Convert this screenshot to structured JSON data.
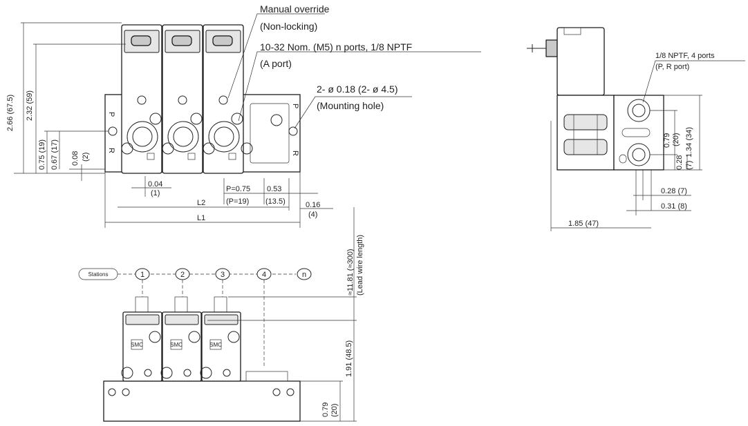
{
  "labels": {
    "manual_override": "Manual override",
    "non_locking": "(Non-locking)",
    "ports_a": "10-32 Nom. (M5) n ports, 1/8 NPTF",
    "a_port": "(A port)",
    "mount_a": "2- ø 0.18 (2- ø 4.5)",
    "mount_b": "(Mounting hole)",
    "side_ports": "1/8 NPTF, 4 ports",
    "pr_port": "(P, R port)",
    "stations": "Stations",
    "lead_a": "≈11.81 (≈300)",
    "lead_b": "(Lead wire length)",
    "port_p": "P",
    "port_r": "R",
    "smc": "SMC"
  },
  "stations": [
    "1",
    "2",
    "3",
    "4",
    "n"
  ],
  "dims": {
    "h_total": "2.66 (67.5)",
    "h_body": "2.32 (59)",
    "h_075": "0.75 (19)",
    "h_067": "0.67 (17)",
    "h_008": "0.08",
    "h_008_mm": "(2)",
    "d_004": "0.04",
    "d_004_mm": "(1)",
    "pitch": "P=0.75",
    "pitch_mm": "(P=19)",
    "d_053": "0.53",
    "d_053_mm": "(13.5)",
    "d_016": "0.16",
    "d_016_mm": "(4)",
    "l2": "L2",
    "l1": "L1",
    "s_079": "0.79",
    "s_079_mm": "(20)",
    "s_134": "1.34 (34)",
    "s_028": "0.28",
    "s_028_mm": "(7)",
    "s_028b": "0.28 (7)",
    "s_031": "0.31 (8)",
    "s_185": "1.85 (47)",
    "b_191": "1.91 (48.5)",
    "b_079": "0.79",
    "b_079_mm": "(20)"
  }
}
